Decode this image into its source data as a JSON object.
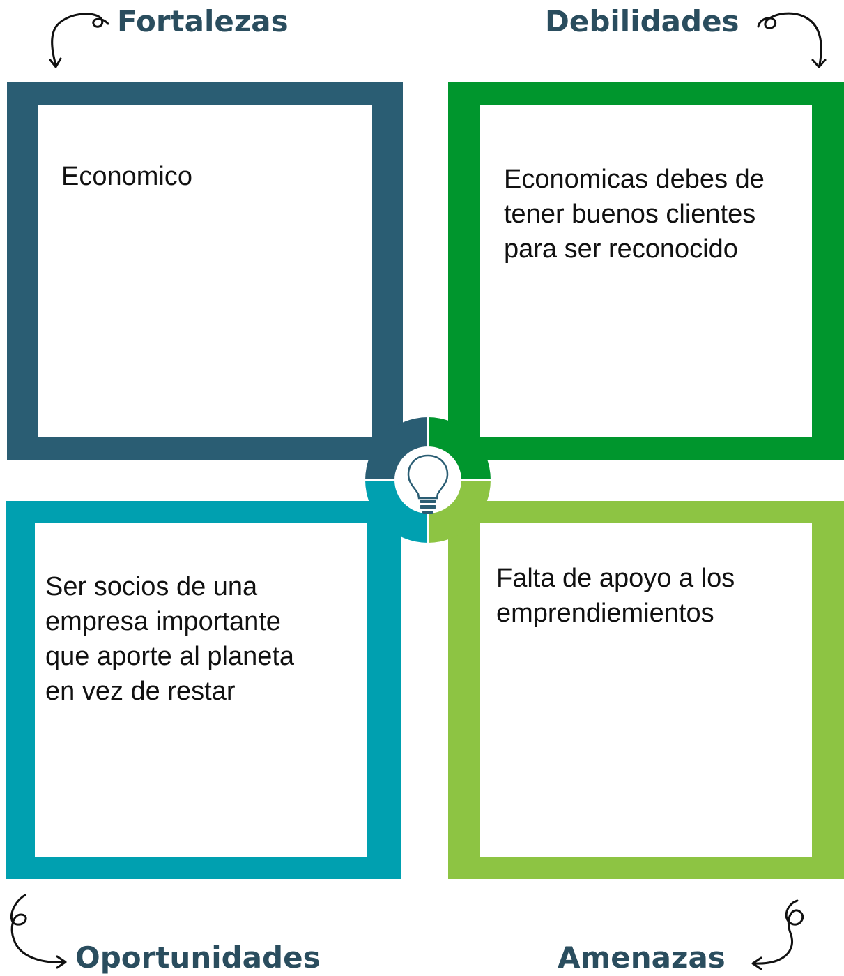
{
  "colors": {
    "heading": "#2a4d5e",
    "fortalezas": "#2a5d73",
    "debilidades": "#00962d",
    "oportunidades": "#00a0b0",
    "amenazas": "#8dc443",
    "text": "#111111"
  },
  "quadrants": {
    "fortalezas": {
      "heading": "Fortalezas",
      "text": "Economico"
    },
    "debilidades": {
      "heading": "Debilidades",
      "text": "Economicas debes de tener buenos clientes para ser reconocido"
    },
    "oportunidades": {
      "heading": "Oportunidades",
      "text": "Ser socios de una empresa importante que aporte al planeta en vez de restar"
    },
    "amenazas": {
      "heading": "Amenazas",
      "text": "Falta de apoyo a los emprendiemientos"
    }
  },
  "icons": {
    "center": "lightbulb-icon",
    "arrows": "curly-arrow-icon"
  }
}
